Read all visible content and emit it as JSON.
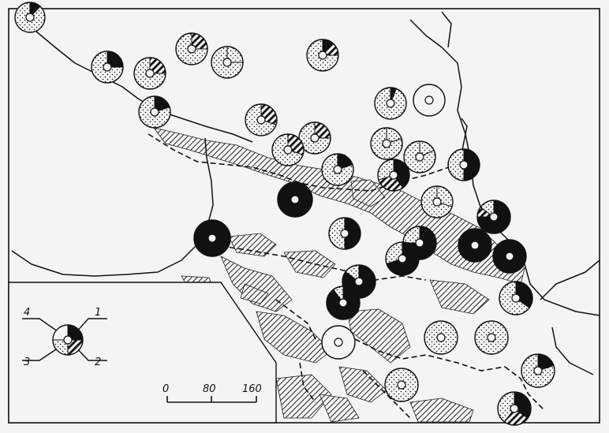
{
  "map": {
    "colors": {
      "ink": "#111111",
      "paper": "#f4f4f4",
      "black": "#111111",
      "dotted": "#f4f4f4",
      "hatched": "#111111"
    },
    "legend": {
      "labels": [
        "4",
        "1",
        "3",
        "2"
      ]
    },
    "scale": {
      "ticks": [
        "0",
        "80",
        "160"
      ]
    }
  }
}
